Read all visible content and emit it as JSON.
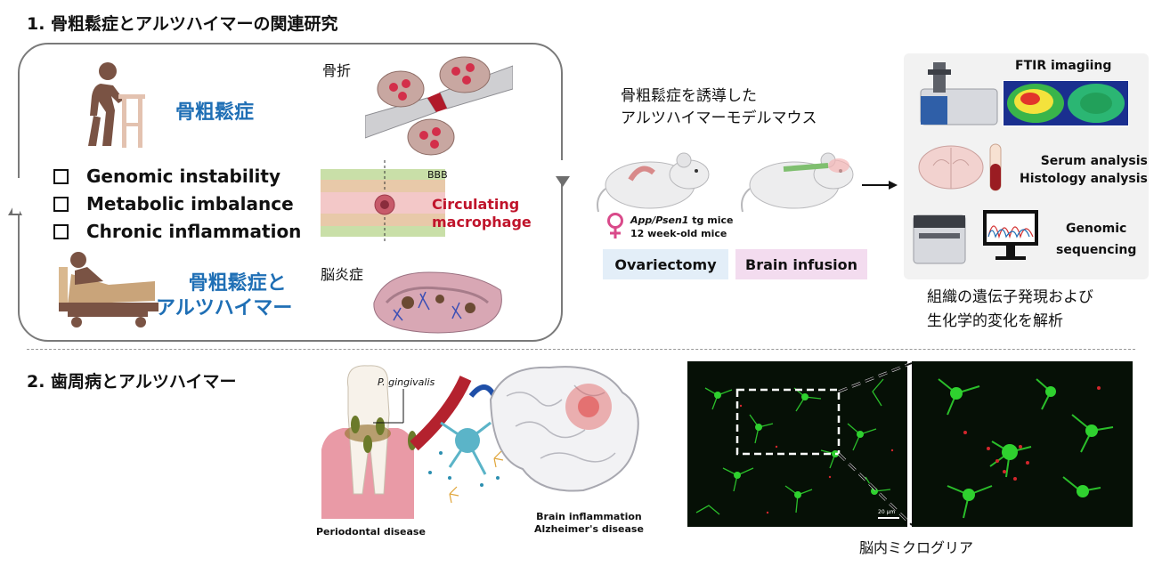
{
  "section1": {
    "title": "1. 骨粗鬆症とアルツハイマーの関連研究",
    "osteoporosis_label": "骨粗鬆症",
    "bullets": [
      "Genomic instability",
      "Metabolic imbalance",
      "Chronic inflammation"
    ],
    "combined_label_line1": "骨粗鬆症と",
    "combined_label_line2": "アルツハイマー",
    "fracture_label": "骨折",
    "bbb_label": "BBB",
    "macrophage_line1": "Circulating",
    "macrophage_line2": "macrophage",
    "encephalitis_label": "脳炎症",
    "model_line1": "骨粗鬆症を誘導した",
    "model_line2": "アルツハイマーモデルマウス",
    "mice_line1_italic": "App/Psen1",
    "mice_line1_rest": " tg mice",
    "mice_line2": "12 week-old mice",
    "ovariectomy": "Ovariectomy",
    "brain_infusion": "Brain infusion",
    "ftir": "FTIR imagiing",
    "serum": "Serum analysis",
    "histology": "Histology analysis",
    "genomic_line1": "Genomic",
    "genomic_line2": "sequencing",
    "analysis_line1": "組織の遺伝子発現および",
    "analysis_line2": "生化学的変化を解析"
  },
  "section2": {
    "title": "2. 歯周病とアルツハイマー",
    "pathogen": "P. gingivalis",
    "periodontal": "Periodontal disease",
    "brain_inflammation": "Brain inflammation",
    "alzheimers": "Alzheimer's disease",
    "microglia_caption": "脳内ミクログリア",
    "scale_bar": "20 μm"
  },
  "colors": {
    "accent_blue": "#1f6fb5",
    "accent_red": "#c0142b",
    "ovariectomy_bg": "#e3eef8",
    "brain_infusion_bg": "#f3dcef",
    "microglia_green": "#2fd12f"
  }
}
